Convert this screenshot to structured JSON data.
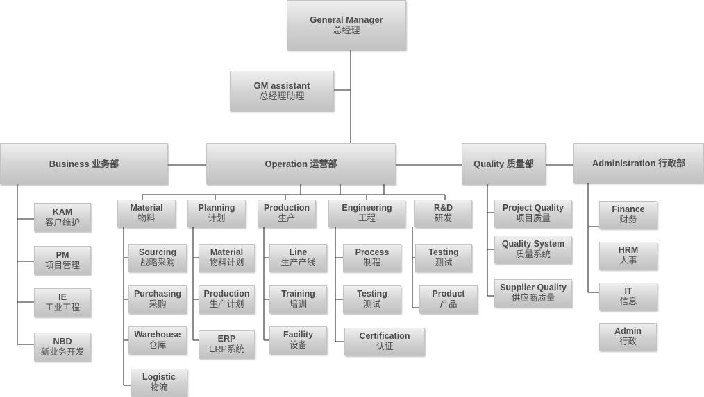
{
  "org": {
    "gm": {
      "en": "General Manager",
      "cn": "总经理"
    },
    "gm_assistant": {
      "en": "GM assistant",
      "cn": "总经理助理"
    },
    "business": {
      "en": "Business 业务部",
      "cn": ""
    },
    "operation": {
      "en": "Operation 运营部",
      "cn": ""
    },
    "quality": {
      "en": "Quality 质量部",
      "cn": ""
    },
    "administration": {
      "en": "Administration 行政部",
      "cn": ""
    },
    "kam": {
      "en": "KAM",
      "cn": "客户维护"
    },
    "pm": {
      "en": "PM",
      "cn": "项目管理"
    },
    "ie": {
      "en": "IE",
      "cn": "工业工程"
    },
    "nbd": {
      "en": "NBD",
      "cn": "新业务开发"
    },
    "material": {
      "en": "Material",
      "cn": "物料"
    },
    "planning": {
      "en": "Planning",
      "cn": "计划"
    },
    "production": {
      "en": "Production",
      "cn": "生产"
    },
    "engineering": {
      "en": "Engineering",
      "cn": "工程"
    },
    "rnd": {
      "en": "R&D",
      "cn": "研发"
    },
    "sourcing": {
      "en": "Sourcing",
      "cn": "战略采购"
    },
    "purchasing": {
      "en": "Purchasing",
      "cn": "采购"
    },
    "warehouse": {
      "en": "Warehouse",
      "cn": "仓库"
    },
    "logistic": {
      "en": "Logistic",
      "cn": "物流"
    },
    "material_plan": {
      "en": "Material",
      "cn": "物料计划"
    },
    "production_plan": {
      "en": "Production",
      "cn": "生产计划"
    },
    "erp": {
      "en": "ERP",
      "cn": "ERP系统"
    },
    "line": {
      "en": "Line",
      "cn": "生产产线"
    },
    "training": {
      "en": "Training",
      "cn": "培训"
    },
    "facility": {
      "en": "Facility",
      "cn": "设备"
    },
    "process": {
      "en": "Process",
      "cn": "制程"
    },
    "eng_testing": {
      "en": "Testing",
      "cn": "测试"
    },
    "certification": {
      "en": "Certification",
      "cn": "认证"
    },
    "rnd_testing": {
      "en": "Testing",
      "cn": "测试"
    },
    "product": {
      "en": "Product",
      "cn": "产品"
    },
    "project_quality": {
      "en": "Project Quality",
      "cn": "项目质量"
    },
    "quality_system": {
      "en": "Quality System",
      "cn": "质量系统"
    },
    "supplier_quality": {
      "en": "Supplier Quality",
      "cn": "供应商质量"
    },
    "finance": {
      "en": "Finance",
      "cn": "财务"
    },
    "hrm": {
      "en": "HRM",
      "cn": "人事"
    },
    "it": {
      "en": "IT",
      "cn": "信息"
    },
    "admin": {
      "en": "Admin",
      "cn": "行政"
    }
  },
  "colors": {
    "line": "#4d4d4d",
    "box_top": "#efefef",
    "box_bottom": "#c2c2c2",
    "text": "#4a4a4a"
  }
}
